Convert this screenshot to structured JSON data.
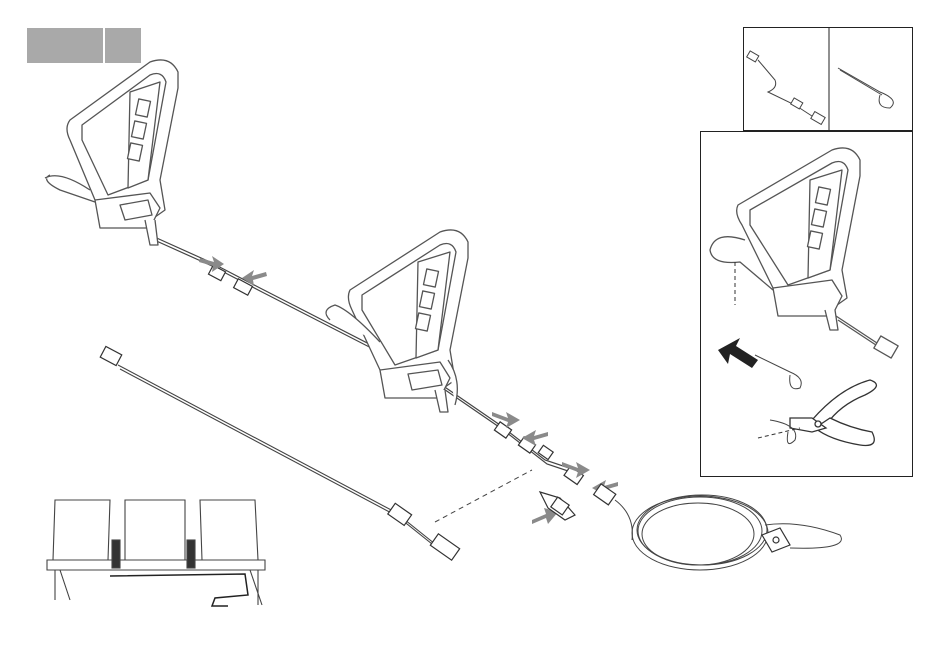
{
  "page": {
    "background": "#ffffff",
    "line_color": "#333333",
    "arrow_color": "#8a8a8a",
    "tag_color": "#a9a9a9"
  },
  "panels": {
    "top_left_inset": {
      "content": "cable-with-connectors"
    },
    "top_right_inset": {
      "content": "cable-tie"
    },
    "cut_tie_detail": {
      "content": "remove-cable-tie"
    }
  },
  "icons": [
    "triangle-holder-icon",
    "connector-icon",
    "push-arrow-icon",
    "cable-tie-icon",
    "side-cutter-icon",
    "power-plug-icon",
    "seat-row-icon"
  ]
}
